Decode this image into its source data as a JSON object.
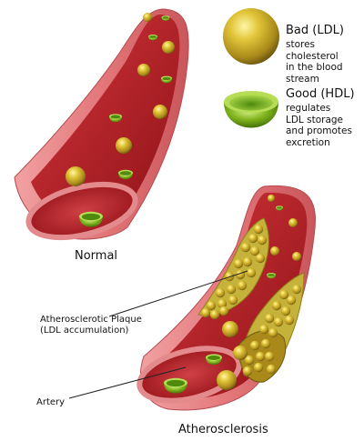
{
  "legend": {
    "ldl": {
      "title": "Bad (LDL)",
      "lines": [
        "stores cholesterol",
        "in the blood stream"
      ]
    },
    "hdl": {
      "title": "Good (HDL)",
      "lines": [
        "regulates",
        "LDL storage",
        "and promotes",
        "excretion"
      ]
    }
  },
  "captions": {
    "normal": "Normal",
    "atherosclerosis": "Atherosclerosis"
  },
  "callouts": {
    "plaque": [
      "Atherosclerotic Plaque",
      "(LDL accumulation)"
    ],
    "artery": "Artery"
  },
  "colors": {
    "artery_outer": "#e3777a",
    "artery_lumen": "#b81f26",
    "artery_lumen_dark": "#8e1217",
    "ldl_yellow": "#c9a920",
    "hdl_green": "#7fb21b",
    "plaque": "#c4b23a"
  }
}
